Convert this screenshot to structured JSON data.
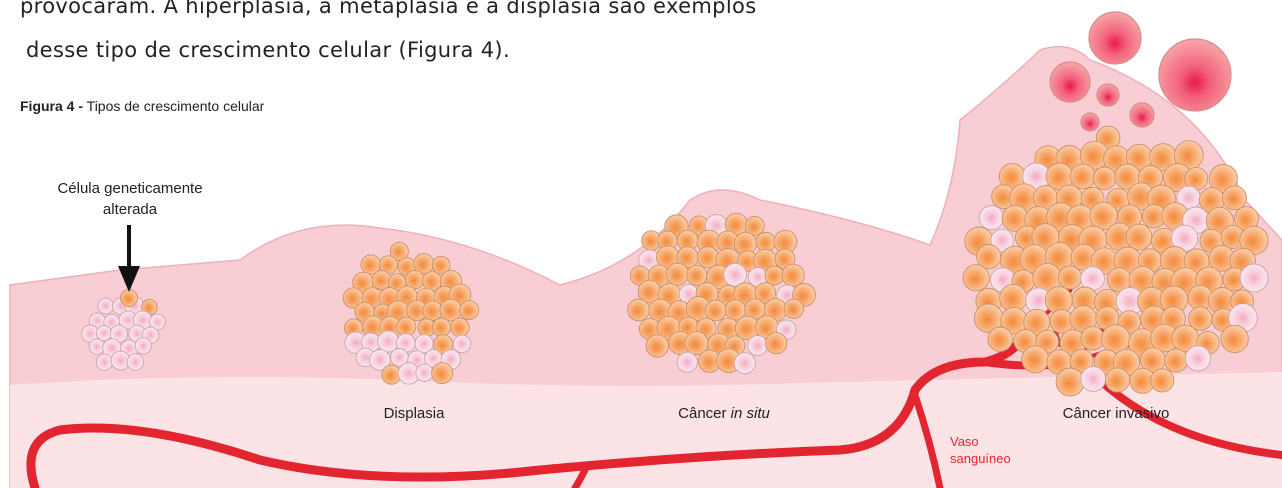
{
  "text": {
    "line1": "provocaram. A hiperplasia, a metaplasia e a displasia são exemplos",
    "line2": "desse tipo de crescimento celular (Figura 4)."
  },
  "figure": {
    "caption_label": "Figura 4 -",
    "caption_text": "Tipos de crescimento celular",
    "labels": {
      "altered_cell_line1": "Célula geneticamente",
      "altered_cell_line2": "alterada",
      "dysplasia": "Displasia",
      "in_situ_prefix": "Câncer",
      "in_situ_italic": "in situ",
      "invasive": "Câncer invasivo",
      "vessel_line1": "Vaso",
      "vessel_line2": "sanguíneo"
    },
    "colors": {
      "epithelium": "#f8cdd3",
      "tissue": "#fbe3e6",
      "cell_orange": "#f7b98c",
      "cell_pink": "#f9d0dc",
      "vessel": "#e32530"
    }
  }
}
